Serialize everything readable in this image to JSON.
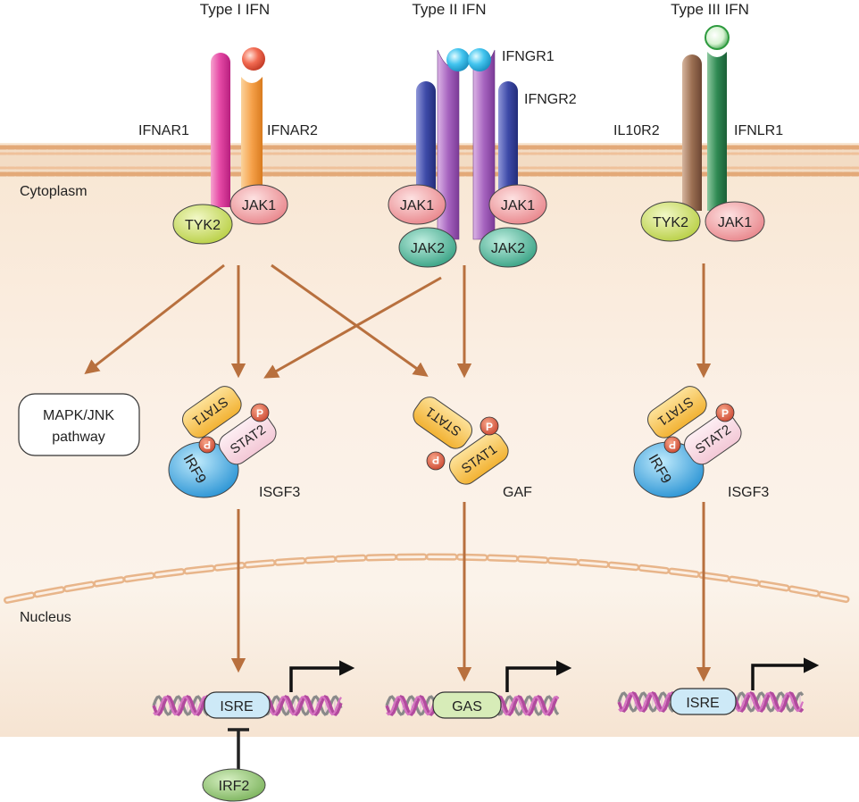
{
  "pathways": {
    "type1": {
      "title": "Type I IFN",
      "receptors": [
        "IFNAR1",
        "IFNAR2"
      ],
      "kinases": [
        "TYK2",
        "JAK1"
      ],
      "complex": "ISGF3",
      "complex_proteins": [
        "STAT1",
        "STAT2",
        "IRF9"
      ],
      "element": "ISRE"
    },
    "type2": {
      "title": "Type II IFN",
      "receptors": [
        "IFNGR1",
        "IFNGR2"
      ],
      "kinases": [
        "JAK1",
        "JAK1",
        "JAK2",
        "JAK2"
      ],
      "complex": "GAF",
      "complex_proteins": [
        "STAT1",
        "STAT1"
      ],
      "element": "GAS"
    },
    "type3": {
      "title": "Type III IFN",
      "receptors": [
        "IL10R2",
        "IFNLR1"
      ],
      "kinases": [
        "TYK2",
        "JAK1"
      ],
      "complex": "ISGF3",
      "complex_proteins": [
        "STAT1",
        "STAT2",
        "IRF9"
      ],
      "element": "ISRE"
    }
  },
  "regions": {
    "cytoplasm": "Cytoplasm",
    "nucleus": "Nucleus"
  },
  "side_pathway": [
    "MAPK/JNK",
    "pathway"
  ],
  "repressor": "IRF2",
  "phospho": "P"
}
